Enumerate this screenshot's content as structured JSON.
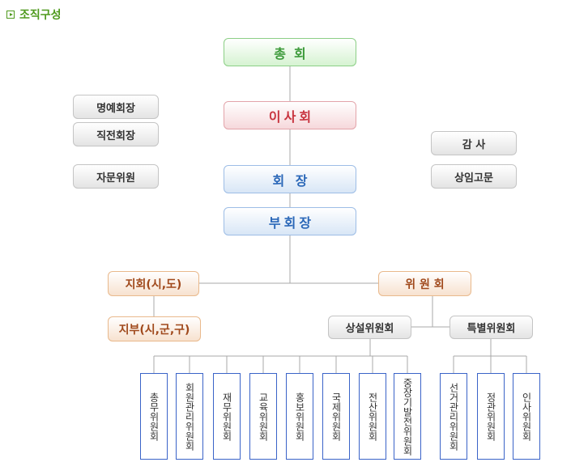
{
  "header": {
    "title": "조직구성"
  },
  "nodes": {
    "general": "총회",
    "board": "이사회",
    "president": "회 장",
    "vice": "부회장",
    "honorary": "명예회장",
    "former": "직전회장",
    "advisor": "자문위원",
    "auditor": "감 사",
    "standing_advisor": "상임고문",
    "branch": "지회(시,도)",
    "sub_branch": "지부(시,군,구)",
    "committee": "위 원 회",
    "standing_committee": "상설위원회",
    "special_committee": "특별위원회"
  },
  "standing_committees": [
    "총무위원회",
    "회원관리위원회",
    "재무위원회",
    "교육위원회",
    "홍보위원회",
    "국제위원회",
    "전산위원회",
    "중장기발전위원회"
  ],
  "special_committees": [
    "선거관리위원회",
    "정관위원회",
    "인사위원회"
  ]
}
